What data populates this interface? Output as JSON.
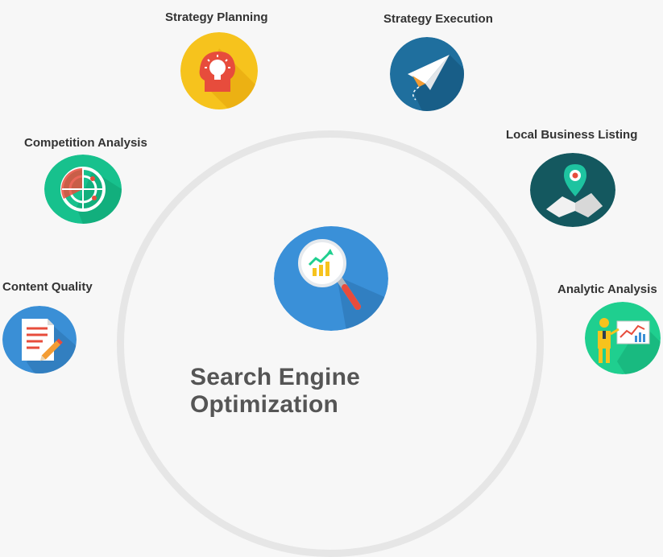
{
  "title": "Search Engine Optimization",
  "nodes": [
    {
      "id": "strategy-planning",
      "label": "Strategy Planning",
      "color": "#f6c31d",
      "icon": "head-lightbulb-icon"
    },
    {
      "id": "strategy-execution",
      "label": "Strategy Execution",
      "color": "#1f6f9e",
      "icon": "paper-plane-icon"
    },
    {
      "id": "competition-analysis",
      "label": "Competition Analysis",
      "color": "#17c18d",
      "icon": "radar-target-icon"
    },
    {
      "id": "local-business-listing",
      "label": "Local Business Listing",
      "color": "#14585f",
      "icon": "map-pin-icon"
    },
    {
      "id": "content-quality",
      "label": "Content Quality",
      "color": "#3a8fd6",
      "icon": "document-pencil-icon"
    },
    {
      "id": "analytic-analysis",
      "label": "Analytic Analysis",
      "color": "#1fcf8f",
      "icon": "presenter-chart-icon"
    }
  ],
  "center": {
    "color": "#3a90d8",
    "icon": "magnifier-chart-icon"
  }
}
